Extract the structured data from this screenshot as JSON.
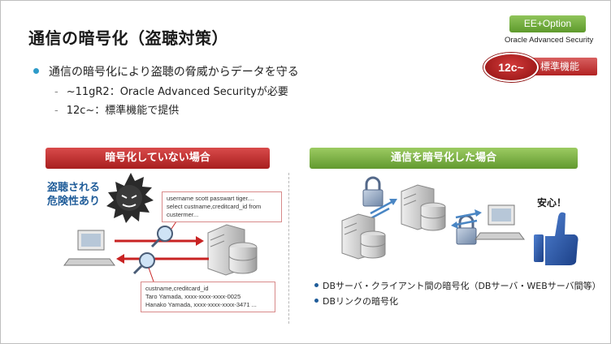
{
  "slide": {
    "title": "通信の暗号化（盗聴対策）",
    "ee_badge": "EE+Option",
    "ee_sub": "Oracle Advanced Security",
    "std_version": "12c~",
    "std_label": "標準機能",
    "bullet_main": "通信の暗号化により盗聴の脅威からデータを守る",
    "sub_items": [
      {
        "dash": "-",
        "text": "~11gR2：Oracle Advanced Securityが必要"
      },
      {
        "dash": "-",
        "text": "12c~：標準機能で提供"
      }
    ]
  },
  "left_panel": {
    "header": "暗号化していない場合",
    "danger_line1": "盗聴される",
    "danger_line2": "危険性あり",
    "callout_top": [
      "username scott passwart tiger....",
      "select custname,creditcard_id  from",
      "custermer..."
    ],
    "callout_bottom": [
      "custname,creditcard_id",
      "Taro Yamada, xxxx-xxxx-xxxx-0025",
      "Hanako Yamada, xxxx-xxxx-xxxx-3471 ..."
    ]
  },
  "right_panel": {
    "header": "通信を暗号化した場合",
    "safe_label": "安心！",
    "bullets": [
      "DBサーバ・クライアント間の暗号化（DBサーバ・WEBサーバ間等）",
      "DBリンクの暗号化"
    ]
  },
  "colors": {
    "accent_red": "#b22222",
    "accent_green": "#62992f",
    "accent_blue": "#1f5c99",
    "bullet_blue": "#2e9bc9"
  },
  "icons": [
    "spiky-threat-icon",
    "magnifier-icon",
    "computer-icon",
    "server-icon",
    "database-icon",
    "padlock-icon",
    "thumbs-up-icon",
    "arrow-icon"
  ]
}
